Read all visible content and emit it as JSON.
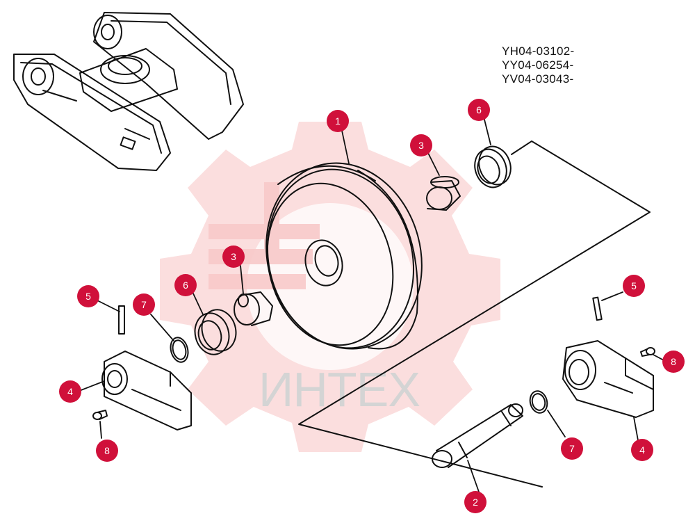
{
  "diagram": {
    "part_codes": [
      "YH04-03102-",
      "YY04-06254-",
      "YV04-03043-"
    ],
    "watermark_text": "ИНТЕХ",
    "callout_color": "#d0103a",
    "callouts": [
      {
        "id": "1",
        "label": "1"
      },
      {
        "id": "2",
        "label": "2"
      },
      {
        "id": "3a",
        "label": "3"
      },
      {
        "id": "3b",
        "label": "3"
      },
      {
        "id": "4a",
        "label": "4"
      },
      {
        "id": "4b",
        "label": "4"
      },
      {
        "id": "5a",
        "label": "5"
      },
      {
        "id": "5b",
        "label": "5"
      },
      {
        "id": "6a",
        "label": "6"
      },
      {
        "id": "6b",
        "label": "6"
      },
      {
        "id": "7a",
        "label": "7"
      },
      {
        "id": "7b",
        "label": "7"
      },
      {
        "id": "8a",
        "label": "8"
      },
      {
        "id": "8b",
        "label": "8"
      }
    ]
  }
}
